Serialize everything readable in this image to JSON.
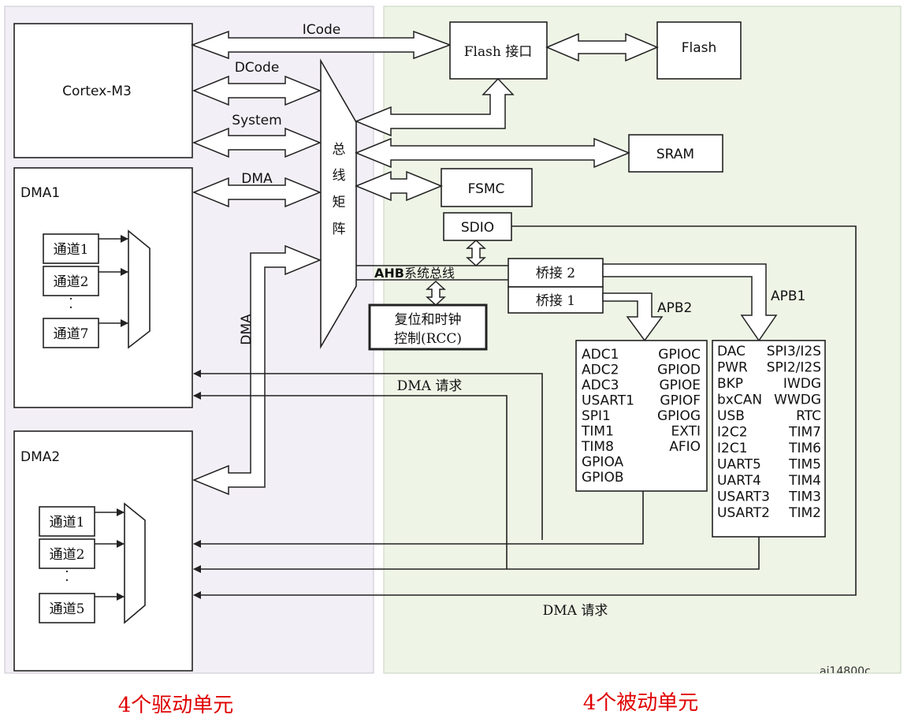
{
  "regions": {
    "drivers_caption": "4个驱动单元",
    "passive_caption": "4个被动单元"
  },
  "cpu": {
    "label": "Cortex-M3"
  },
  "buses": {
    "icode": "ICode",
    "dcode": "DCode",
    "system": "System",
    "dma": "DMA",
    "dma_vertical": "DMA"
  },
  "bus_matrix": {
    "label": [
      "总",
      "线",
      "矩",
      "阵"
    ]
  },
  "dma1": {
    "title": "DMA1",
    "channels": [
      "通道1",
      "通道2",
      "通道7"
    ],
    "ellipsis": "·"
  },
  "dma2": {
    "title": "DMA2",
    "channels": [
      "通道1",
      "通道2",
      "通道5"
    ],
    "ellipsis": "·"
  },
  "memories": {
    "flash_if": "Flash 接口",
    "flash": "Flash",
    "sram": "SRAM",
    "fsmc": "FSMC",
    "sdio": "SDIO"
  },
  "ahb": {
    "bold": "AHB",
    "rest": "系统总线",
    "bridge2": "桥接 2",
    "bridge1": "桥接 1",
    "rcc_line1": "复位和时钟",
    "rcc_line2": "控制(RCC)"
  },
  "apb2": {
    "label": "APB2",
    "left": [
      "ADC1",
      "ADC2",
      "ADC3",
      "USART1",
      "SPI1",
      "TIM1",
      "TIM8",
      "GPIOA",
      "GPIOB"
    ],
    "right": [
      "GPIOC",
      "GPIOD",
      "GPIOE",
      "GPIOF",
      "GPIOG",
      "EXTI",
      "AFIO"
    ]
  },
  "apb1": {
    "label": "APB1",
    "left": [
      "DAC",
      "PWR",
      "BKP",
      "bxCAN",
      "USB",
      "I2C2",
      "I2C1",
      "UART5",
      "UART4",
      "USART3",
      "USART2"
    ],
    "right": [
      "SPI3/I2S",
      "SPI2/I2S",
      "IWDG",
      "WWDG",
      "RTC",
      "TIM7",
      "TIM6",
      "TIM5",
      "TIM4",
      "TIM3",
      "TIM2"
    ]
  },
  "dma_request_1": "DMA 请求",
  "dma_request_2": "DMA 请求",
  "figure_code": "ai14800c",
  "colors": {
    "left_bg": "#f3eff6",
    "right_bg": "#eef5e6",
    "caption": "#e00000"
  }
}
